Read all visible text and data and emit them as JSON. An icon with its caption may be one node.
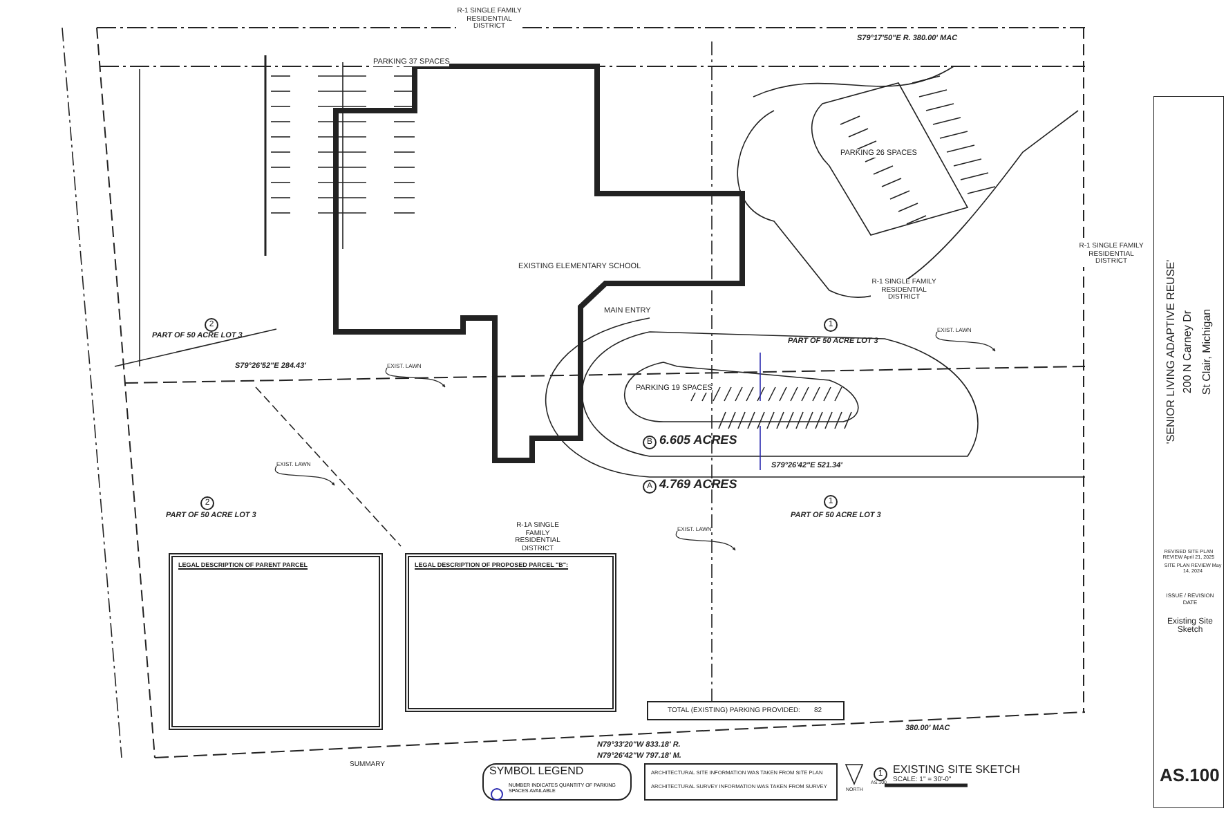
{
  "diagram": {
    "nodes": [
      {
        "text": [
          "LEGAL DESCRIPTION OF PARENT PARCEL"
        ]
      },
      {
        "text": [
          "LEGAL DESCRIPTION OF PROPOSED PARCEL \"B\":"
        ]
      },
      {
        "text": [
          "TOTAL (EXISTING) PARKING PROVIDED:",
          "82"
        ]
      },
      {
        "text": [
          "ARCHITECTURAL SITE INFORMATION WAS TAKEN FROM SITE PLAN",
          "ARCHITECTURAL SURVEY INFORMATION WAS TAKEN FROM SURVEY"
        ]
      },
      {
        "text": [
          "'SENIOR LIVING ADAPTIVE REUSE'",
          "200 N Carney Dr",
          "St Clair, Michigan",
          "REVISED SITE PLAN REVIEW April 21, 2025",
          "SITE PLAN REVIEW May 14, 2024",
          "ISSUE / REVISION DATE",
          "Existing Site Sketch",
          "AS.100"
        ]
      },
      {
        "text": [
          "EXIST. LAWN"
        ]
      },
      {
        "text": [
          "EXIST. LAWN"
        ]
      },
      {
        "text": [
          "EXIST. LAWN"
        ]
      },
      {
        "text": [
          "EXIST. LAWN"
        ]
      }
    ],
    "edges": [
      {
        "from": 5,
        "to": null,
        "arrow": "to"
      },
      {
        "from": 6,
        "to": null,
        "arrow": "to"
      },
      {
        "from": 7,
        "to": null,
        "arrow": "to"
      },
      {
        "from": 8,
        "to": null,
        "arrow": "to"
      }
    ],
    "labels": [
      "R-1 SINGLE FAMILY RESIDENTIAL DISTRICT",
      "PARKING 37 SPACES",
      "S79°17'50\"E R. 380.00' MAC",
      "PARKING 26 SPACES",
      "EXISTING ELEMENTARY SCHOOL",
      "R-1 SINGLE FAMILY RESIDENTIAL DISTRICT",
      "R-1 SINGLE FAMILY RESIDENTIAL DISTRICT",
      "MAIN ENTRY",
      "2",
      "PART OF 50 ACRE LOT 3",
      "1",
      "PART OF 50 ACRE LOT 3",
      "S79°26'52\"E 284.43'",
      "PARKING 19 SPACES",
      "B",
      "6.605 ACRES",
      "A",
      "4.769 ACRES",
      "S79°26'42\"E 521.34'",
      "1",
      "PART OF 50 ACRE LOT 3",
      "2",
      "PART OF 50 ACRE LOT 3",
      "R-1A SINGLE FAMILY RESIDENTIAL DISTRICT",
      "380.00' MAC",
      "N79°33'20\"W 833.18' R.",
      "N79°26'42\"W 797.18' M.",
      "SUMMARY",
      "SYMBOL LEGEND",
      "NORTH",
      "1",
      "AS.100",
      "EXISTING SITE SKETCH",
      "SCALE: 1\" = 30'-0\""
    ],
    "legend": [
      {
        "text": "NUMBER INDICATES QUANTITY OF PARKING SPACES AVAILABLE"
      }
    ]
  }
}
